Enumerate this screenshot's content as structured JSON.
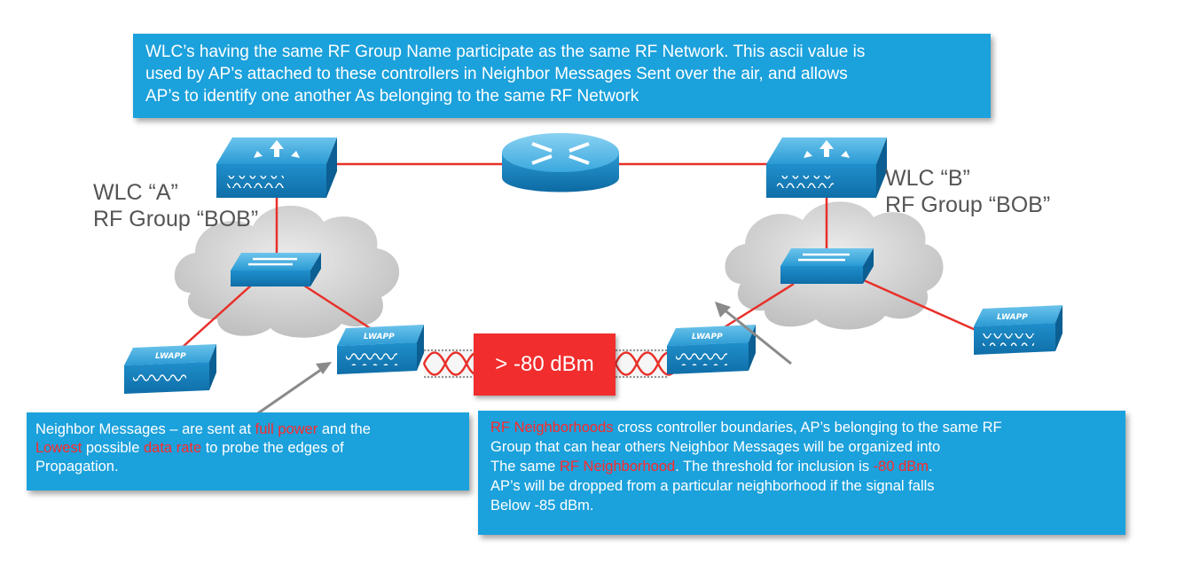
{
  "top_callout": {
    "line1": "WLC’s having the same RF Group Name participate as the same RF Network.  This ascii value is",
    "line2": "used by AP’s attached to these controllers in Neighbor Messages Sent over the air, and allows",
    "line3": "AP’s to identify one another As belonging to the same RF Network"
  },
  "wlc_a": {
    "name": "WLC “A”",
    "group": "RF Group “BOB”"
  },
  "wlc_b": {
    "name": "WLC “B”",
    "group": "RF Group “BOB”"
  },
  "threshold_box": "> -80 dBm",
  "ap_label": "LWAPP",
  "left_callout": {
    "t1": "Neighbor Messages – are sent at ",
    "t2": "full power",
    "t3": " and the",
    "t4": "Lowest",
    "t5": " possible ",
    "t6": "data rate",
    "t7": " to probe the edges of",
    "t8": "Propagation."
  },
  "right_callout": {
    "t1": "RF Neighborhoods",
    "t2": " cross controller boundaries, AP’s belonging to the same RF",
    "t3": "Group that can hear others Neighbor Messages will be organized into",
    "t4": "The same ",
    "t5": "RF Neighborhood",
    "t6": ".  The threshold for inclusion is ",
    "t7": "-80 dBm",
    "t8": ".",
    "t9": "AP’s will be dropped from a particular neighborhood if the signal falls",
    "t10": "Below -85 dBm."
  },
  "colors": {
    "callout": "#1ba1dc",
    "link": "#e8302a",
    "device": "#1a8fc8",
    "highlight": "#ff2a2a"
  }
}
